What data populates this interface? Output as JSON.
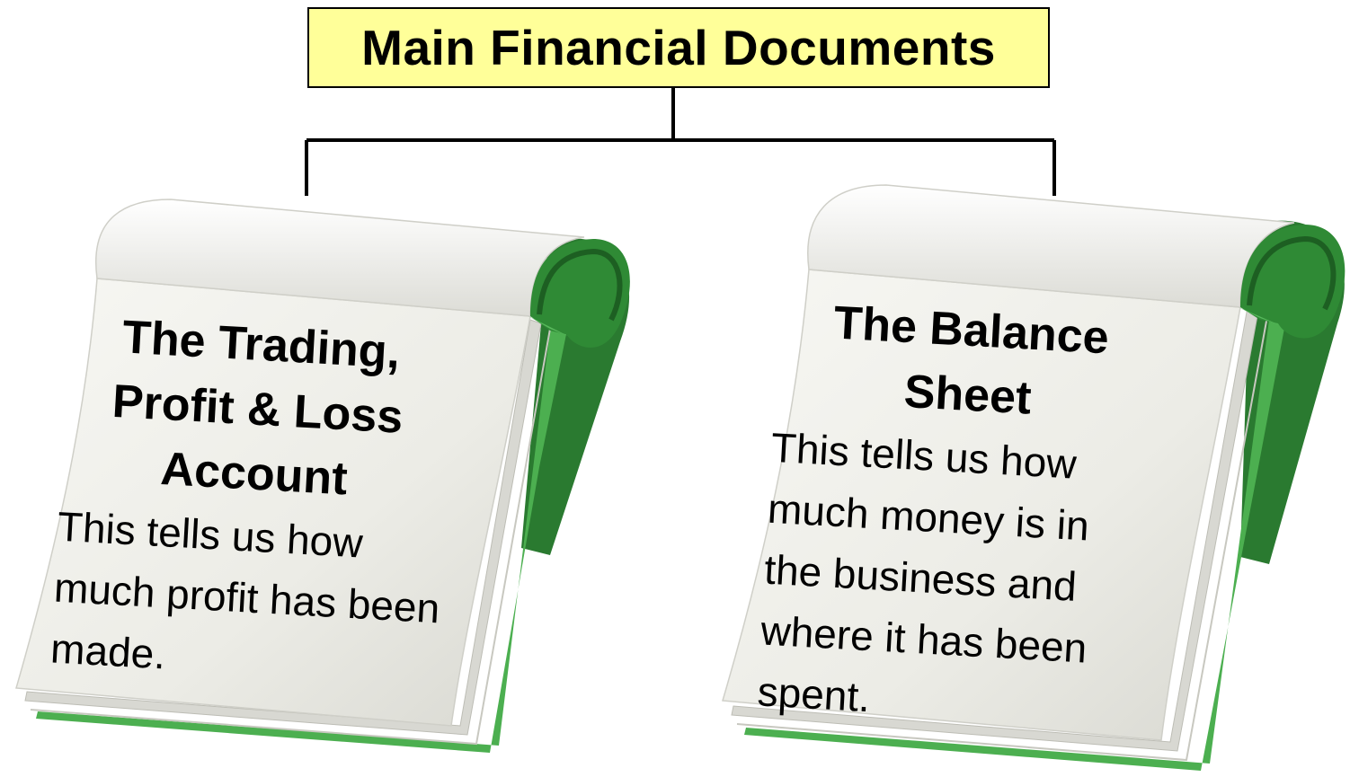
{
  "diagram": {
    "title": "Main Financial Documents",
    "documents": [
      {
        "heading": "The Trading, Profit & Loss Account",
        "body": "This tells us how much profit has been made."
      },
      {
        "heading": "The Balance Sheet",
        "body": "This tells us how much money is in the business and where it has been spent."
      }
    ]
  },
  "colors": {
    "title_fill": "#ffff99",
    "pad_cover": "#3a9a3a",
    "pad_cover_dark": "#1f6a2a",
    "page": "#f2f2ee",
    "line": "#000000"
  }
}
